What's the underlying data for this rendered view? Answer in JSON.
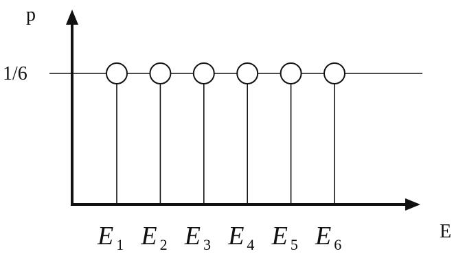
{
  "chart_data": {
    "type": "stem",
    "ylabel": "p",
    "xlabel": "E",
    "y_tick_label": "1/6",
    "y_tick_value": 0.16667,
    "categories": [
      {
        "main": "E",
        "sub": "1"
      },
      {
        "main": "E",
        "sub": "2"
      },
      {
        "main": "E",
        "sub": "3"
      },
      {
        "main": "E",
        "sub": "4"
      },
      {
        "main": "E",
        "sub": "5"
      },
      {
        "main": "E",
        "sub": "6"
      }
    ],
    "values": [
      0.16667,
      0.16667,
      0.16667,
      0.16667,
      0.16667,
      0.16667
    ],
    "colors": {
      "ink": "#111111",
      "marker_fill": "#ffffff"
    }
  }
}
